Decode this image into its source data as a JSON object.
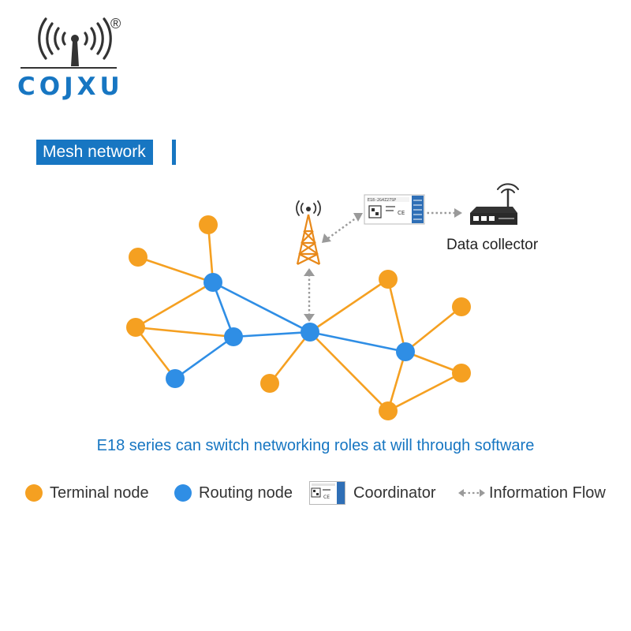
{
  "brand": {
    "name": "COJXU",
    "registered_mark": "®"
  },
  "section": {
    "title": "Mesh network"
  },
  "diagram": {
    "data_collector_label": "Data collector",
    "caption": "E18 series can switch networking roles at will through software",
    "module_label": "E18-2G4Z27SP",
    "colors": {
      "terminal": "#f5a021",
      "routing": "#2f8ee5",
      "accent": "#1776c2",
      "flow": "#9a9a9a"
    }
  },
  "legend": {
    "terminal_label": "Terminal node",
    "routing_label": "Routing node",
    "coordinator_label": "Coordinator",
    "flow_label": "Information Flow"
  }
}
